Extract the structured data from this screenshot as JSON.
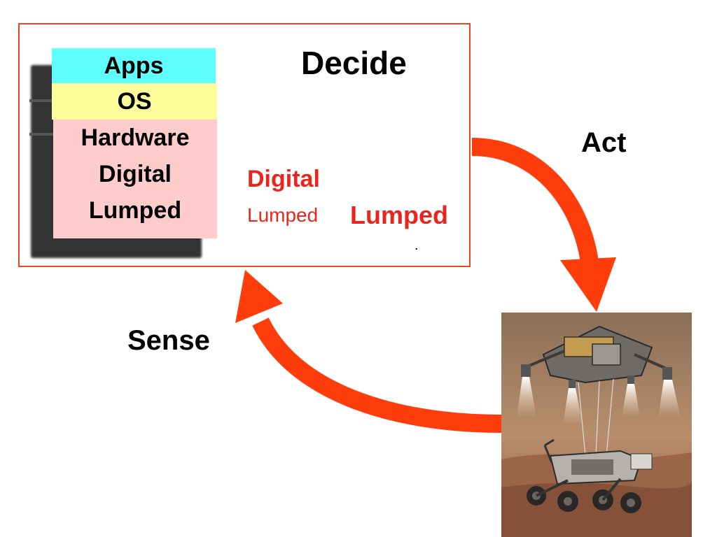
{
  "decide": {
    "title": "Decide"
  },
  "stack": {
    "apps": "Apps",
    "os": "OS",
    "hardware": [
      "Hardware",
      "Digital",
      "Lumped"
    ]
  },
  "abstractions": {
    "digital": "Digital",
    "lumped_plain": "Lumped",
    "lumped_bold": "Lumped",
    "dot": "."
  },
  "cycle": {
    "act": "Act",
    "sense": "Sense"
  },
  "colors": {
    "arrow": "#ff3d0c",
    "box_border": "#e8471f",
    "apps_bg": "#5ffeff",
    "os_bg": "#fdfd9c",
    "hardware_bg": "#ffcccc",
    "red_text": "#e8261d"
  }
}
